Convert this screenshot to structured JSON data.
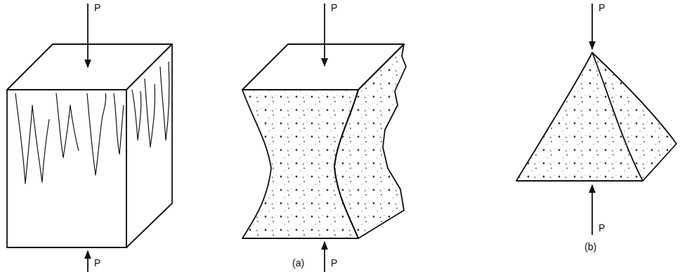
{
  "diagram": {
    "labels": [
      "P",
      "P",
      "P",
      "P",
      "P",
      "P",
      "(a)",
      "(b)"
    ]
  }
}
